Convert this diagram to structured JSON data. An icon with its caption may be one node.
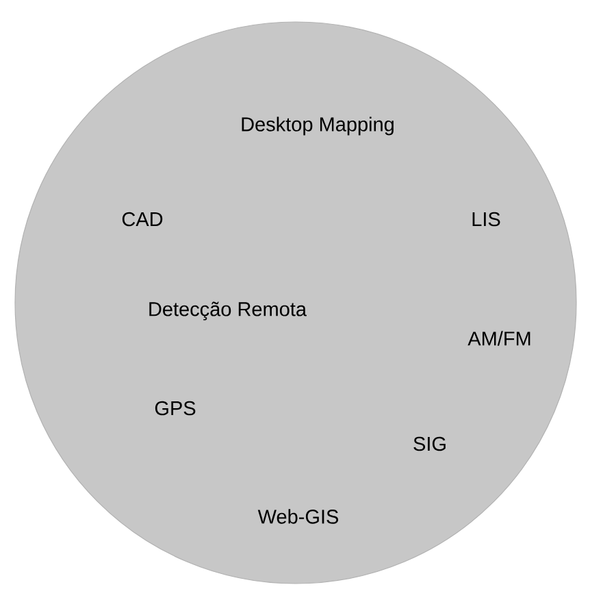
{
  "diagram": {
    "nodes": [
      {
        "text": [
          "Desktop Mapping",
          "CAD",
          "LIS",
          "Detecção Remota",
          "AM/FM",
          "GPS",
          "SIG",
          "Web-GIS"
        ]
      }
    ]
  }
}
